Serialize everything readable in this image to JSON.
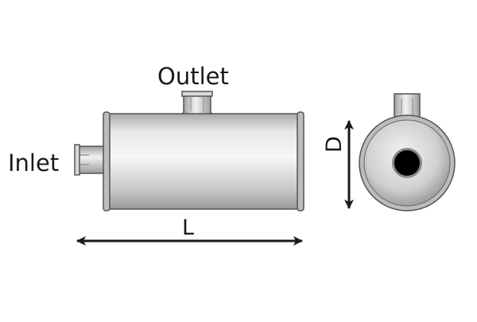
{
  "labels": {
    "outlet": "Outlet",
    "inlet": "Inlet",
    "length": "L",
    "diameter": "D"
  },
  "colors": {
    "body_light": "#f2f2f2",
    "body_mid": "#c9c9c9",
    "body_dark": "#9a9a9a",
    "outline": "#555555",
    "arrow": "#1a1a1a",
    "bore": "#000000"
  }
}
